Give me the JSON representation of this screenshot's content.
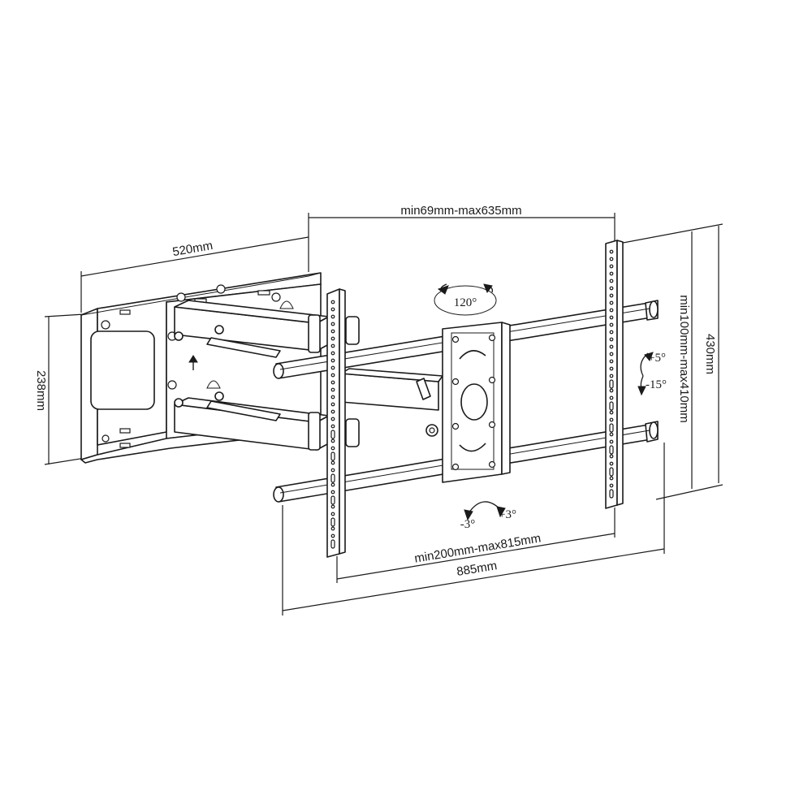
{
  "dimensions": {
    "arm_extension": "min69mm-max635mm",
    "wall_plate_depth": "520mm",
    "wall_plate_height": "238mm",
    "overall_height": "430mm",
    "vertical_vesa": "min100mm-max410mm",
    "horizontal_vesa": "min200mm-max815mm",
    "overall_width": "885mm"
  },
  "angles": {
    "swivel": "120°",
    "tilt_up": "+5°",
    "tilt_down": "-15°",
    "level_left": "-3°",
    "level_right": "+3°"
  }
}
